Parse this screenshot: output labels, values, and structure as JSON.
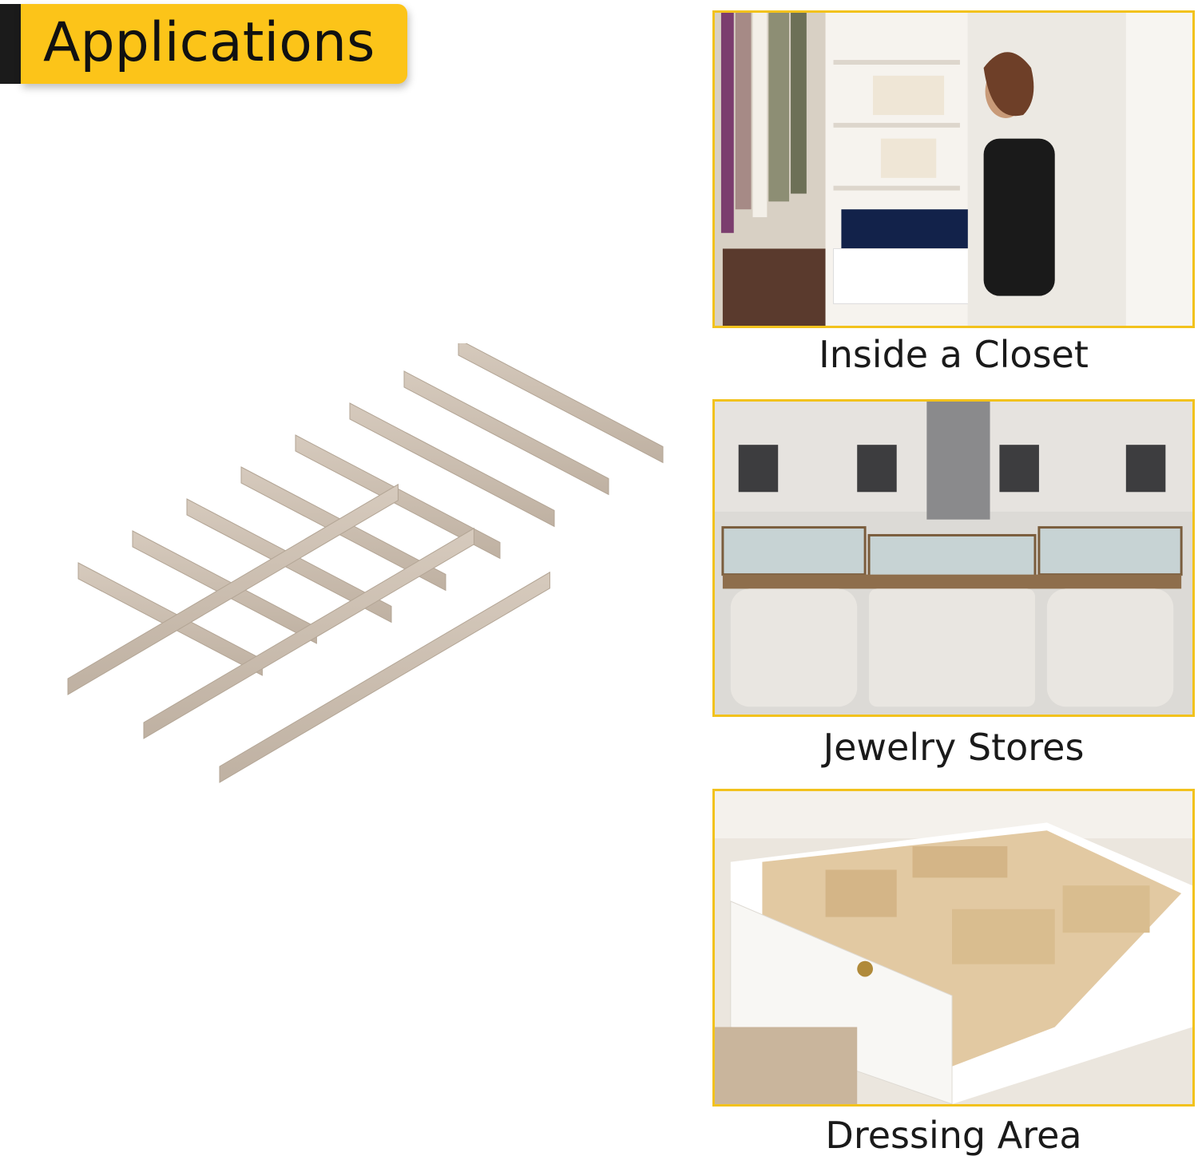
{
  "header": {
    "title": "Applications"
  },
  "applications": [
    {
      "caption": "Inside a Closet"
    },
    {
      "caption": "Jewelry Stores"
    },
    {
      "caption": "Dressing Area"
    }
  ],
  "colors": {
    "accent": "#fcc419",
    "frame": "#f2c21d",
    "header_bar": "#1b1b1b",
    "divider": "#c9bcae"
  }
}
